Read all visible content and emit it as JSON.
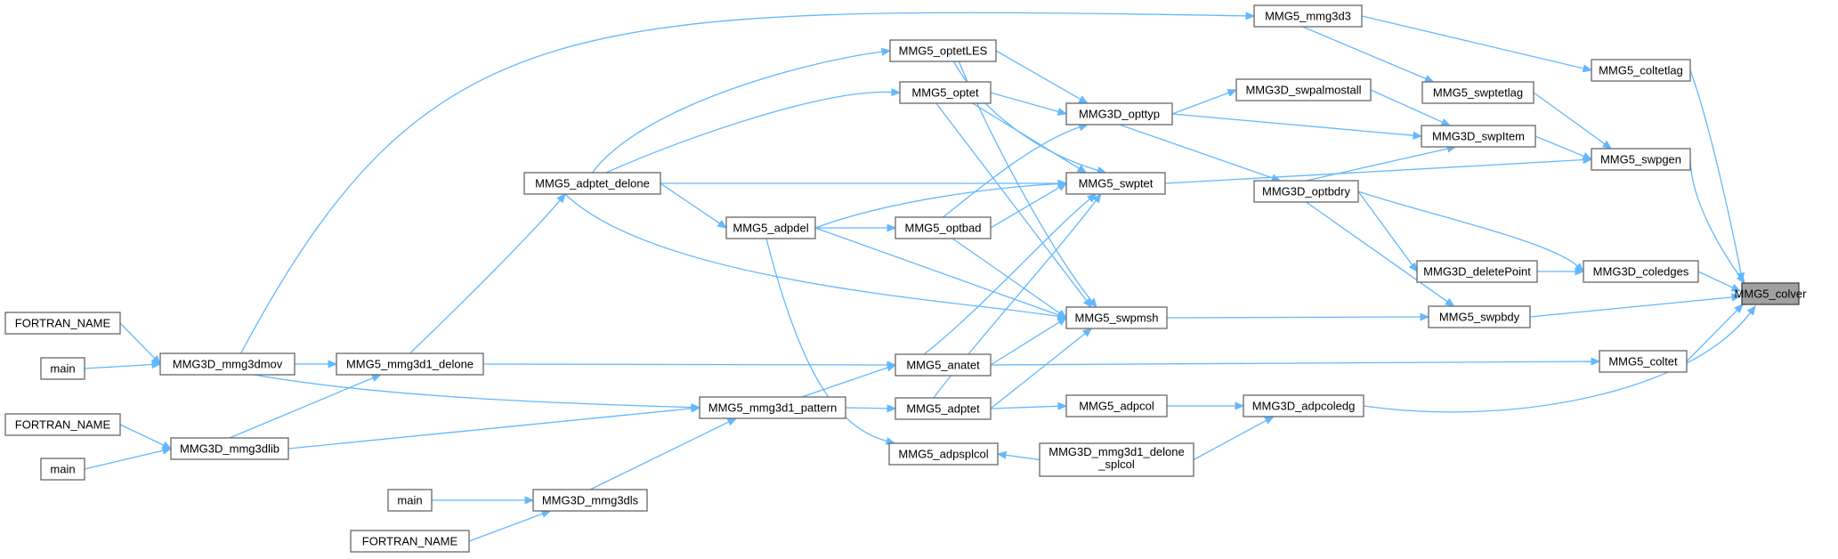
{
  "nodes": {
    "colver": "MMG5_colver",
    "mmg3d3": "MMG5_mmg3d3",
    "coltetlag": "MMG5_coltetlag",
    "optetLES": "MMG5_optetLES",
    "swptetlag": "MMG5_swptetlag",
    "optet": "MMG5_optet",
    "swpalmostall": "MMG3D_swpalmostall",
    "opttyp": "MMG3D_opttyp",
    "swpItem": "MMG3D_swpItem",
    "swpgen": "MMG5_swpgen",
    "adptet_delone": "MMG5_adptet_delone",
    "swptet": "MMG5_swptet",
    "optbdry": "MMG3D_optbdry",
    "adpdel": "MMG5_adpdel",
    "optbad": "MMG5_optbad",
    "deletePoint": "MMG3D_deletePoint",
    "coledges": "MMG3D_coledges",
    "fortran1": "FORTRAN_NAME",
    "swpmsh": "MMG5_swpmsh",
    "swpbdy": "MMG5_swpbdy",
    "main1": "main",
    "mmg3dmov": "MMG3D_mmg3dmov",
    "mmg3d1_delone": "MMG5_mmg3d1_delone",
    "anatet": "MMG5_anatet",
    "coltet": "MMG5_coltet",
    "mmg3d1_pattern": "MMG5_mmg3d1_pattern",
    "adptet": "MMG5_adptet",
    "adpcol": "MMG5_adpcol",
    "adpcoledg": "MMG3D_adpcoledg",
    "fortran2": "FORTRAN_NAME",
    "mmg3dlib": "MMG3D_mmg3dlib",
    "adpsplcol": "MMG5_adpsplcol",
    "splcol_line1": "MMG3D_mmg3d1_delone",
    "splcol_line2": "_splcol",
    "main2": "main",
    "main3": "main",
    "mmg3dls": "MMG3D_mmg3dls",
    "fortran3": "FORTRAN_NAME"
  },
  "colors": {
    "edge": "#63b8ff",
    "node_border": "#666666",
    "root_fill": "#a0a0a0"
  }
}
